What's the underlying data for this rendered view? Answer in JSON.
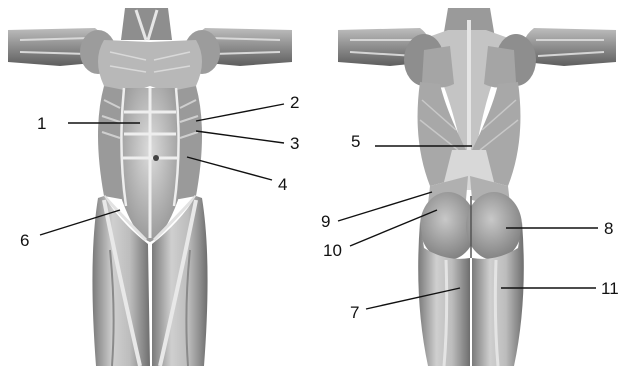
{
  "figure": {
    "views": [
      {
        "id": "anterior"
      },
      {
        "id": "posterior"
      }
    ],
    "labels": [
      {
        "number": "1",
        "text": "1"
      },
      {
        "number": "2",
        "text": "2"
      },
      {
        "number": "3",
        "text": "3"
      },
      {
        "number": "4",
        "text": "4"
      },
      {
        "number": "5",
        "text": "5"
      },
      {
        "number": "6",
        "text": "6"
      },
      {
        "number": "7",
        "text": "7"
      },
      {
        "number": "8",
        "text": "8"
      },
      {
        "number": "9",
        "text": "9"
      },
      {
        "number": "10",
        "text": "10"
      },
      {
        "number": "11",
        "text": "11"
      }
    ],
    "colors": {
      "muscle_light": "#d6d6d6",
      "muscle_mid": "#a9a9a9",
      "muscle_dark": "#6f6f6f",
      "tendon": "#eeeeee",
      "line": "#111111"
    }
  }
}
